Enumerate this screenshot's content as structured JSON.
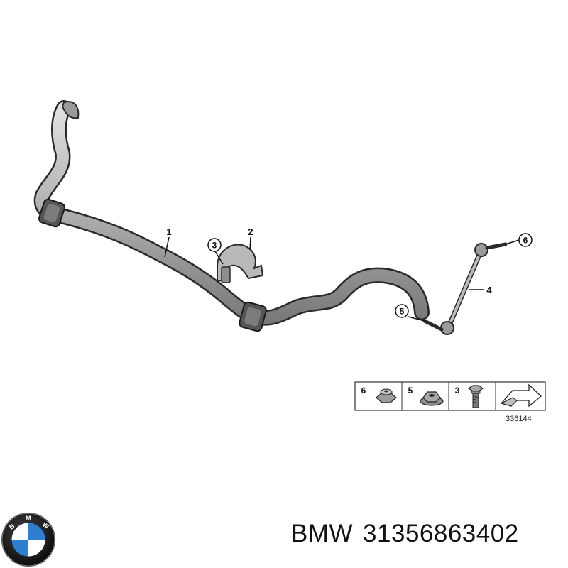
{
  "diagram": {
    "callouts": {
      "bar": "1",
      "bracket": "2",
      "bush_screw": "3",
      "link": "4",
      "lower_nut": "5",
      "upper_nut": "6"
    },
    "legend": {
      "items": [
        {
          "number": "6",
          "part": "collar-nut-icon"
        },
        {
          "number": "5",
          "part": "flange-nut-icon"
        },
        {
          "number": "3",
          "part": "bolt-icon"
        }
      ],
      "drawing_number": "336144"
    }
  },
  "logo": {
    "letters": [
      "B",
      "M",
      "W"
    ],
    "colors": {
      "blue": "#2f7fd0",
      "black": "#111111",
      "white": "#ffffff"
    }
  },
  "caption": {
    "brand": "BMW",
    "part_number": "31356863402"
  },
  "colors": {
    "part_fill": "#b4b4b4",
    "part_outline": "#2a2a2a"
  }
}
